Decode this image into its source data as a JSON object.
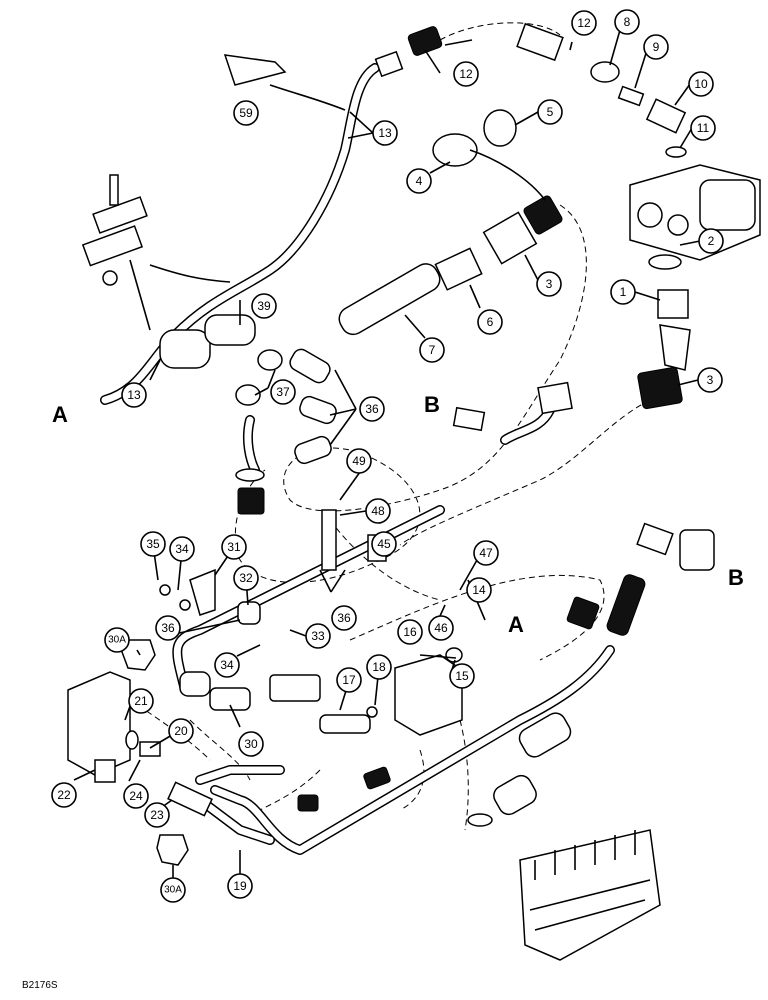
{
  "figure_id": "B2176S",
  "connectors": {
    "a": "A",
    "b": "B"
  },
  "callouts": [
    "12",
    "8",
    "9",
    "10",
    "11",
    "5",
    "4",
    "59",
    "13",
    "12",
    "3",
    "2",
    "1",
    "6",
    "7",
    "3",
    "39",
    "37",
    "36",
    "13",
    "49",
    "48",
    "45",
    "47",
    "35",
    "34",
    "31",
    "32",
    "36",
    "14",
    "46",
    "33",
    "36",
    "34",
    "16",
    "30A",
    "21",
    "20",
    "17",
    "18",
    "15",
    "30",
    "22",
    "24",
    "23",
    "19",
    "30A"
  ]
}
